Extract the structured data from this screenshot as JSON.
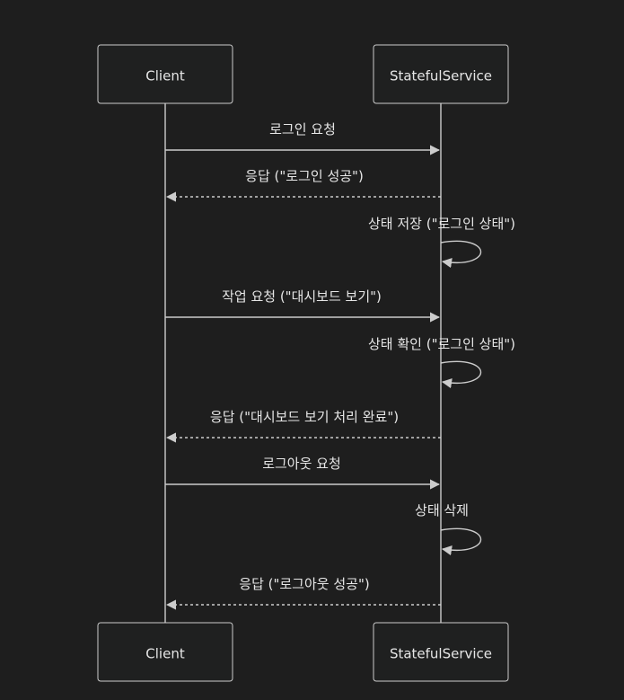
{
  "actors": [
    {
      "id": "client",
      "label": "Client"
    },
    {
      "id": "service",
      "label": "StatefulService"
    }
  ],
  "messages": [
    {
      "from": "client",
      "to": "service",
      "label": "로그인 요청",
      "style": "solid"
    },
    {
      "from": "service",
      "to": "client",
      "label": "응답 (\"로그인 성공\")",
      "style": "dashed"
    },
    {
      "from": "service",
      "to": "service",
      "label": "상태 저장 (\"로그인 상태\")",
      "style": "self"
    },
    {
      "from": "client",
      "to": "service",
      "label": "작업 요청 (\"대시보드 보기\")",
      "style": "solid"
    },
    {
      "from": "service",
      "to": "service",
      "label": "상태 확인 (\"로그인 상태\")",
      "style": "self"
    },
    {
      "from": "service",
      "to": "client",
      "label": "응답 (\"대시보드 보기 처리 완료\")",
      "style": "dashed"
    },
    {
      "from": "client",
      "to": "service",
      "label": "로그아웃 요청",
      "style": "solid"
    },
    {
      "from": "service",
      "to": "service",
      "label": "상태 삭제",
      "style": "self"
    },
    {
      "from": "service",
      "to": "client",
      "label": "응답 (\"로그아웃 성공\")",
      "style": "dashed"
    }
  ]
}
